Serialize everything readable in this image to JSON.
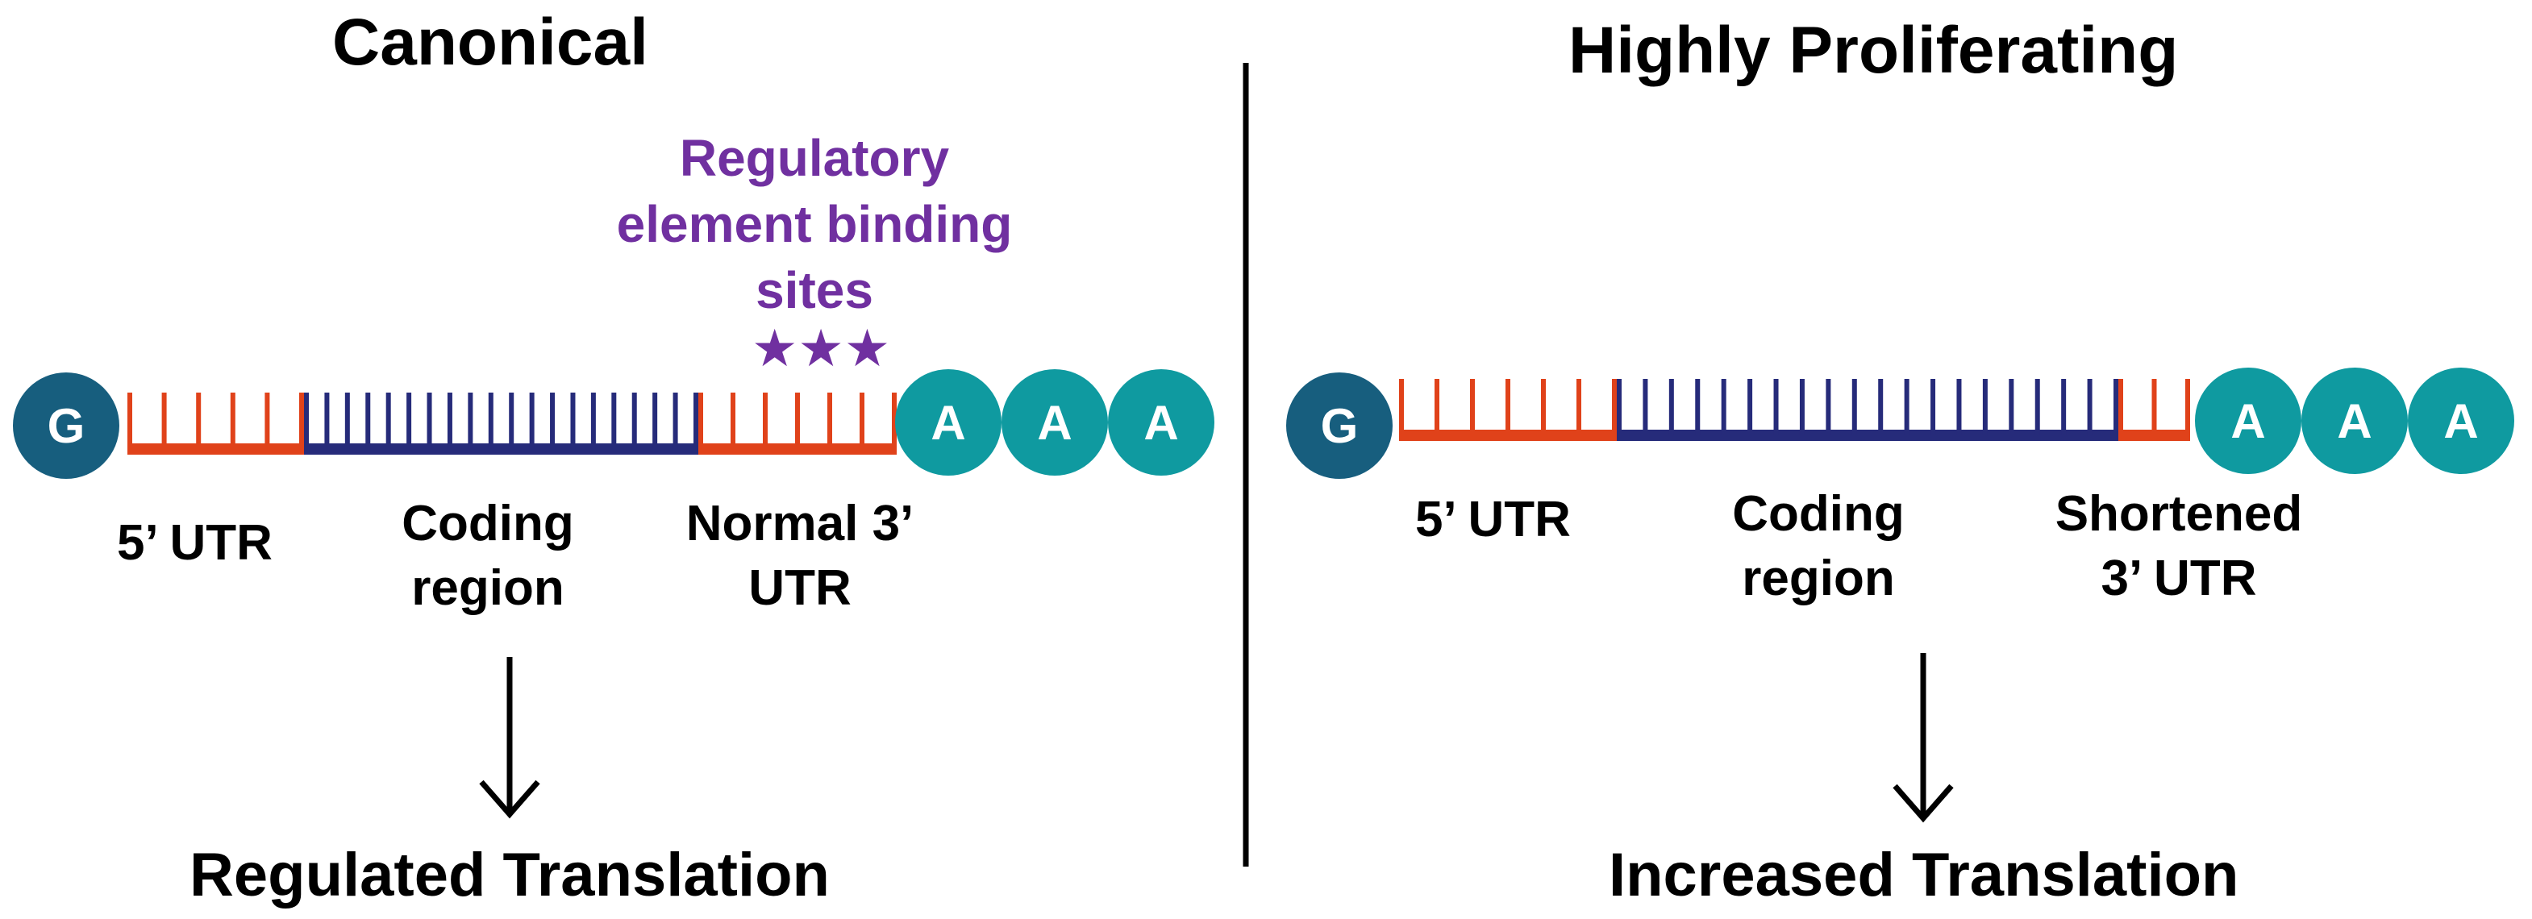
{
  "left": {
    "title": "Canonical",
    "cap_letter": "G",
    "regulatory_label": [
      "Regulatory",
      "element binding",
      "sites"
    ],
    "star_glyph": "★",
    "label_5utr": "5’ UTR",
    "label_coding": [
      "Coding",
      "region"
    ],
    "label_3utr": [
      "Normal 3’",
      "UTR"
    ],
    "polya_letters": [
      "A",
      "A",
      "A"
    ],
    "outcome": "Regulated Translation"
  },
  "right": {
    "title": "Highly Proliferating",
    "cap_letter": "G",
    "label_5utr": "5’ UTR",
    "label_coding": [
      "Coding",
      "region"
    ],
    "label_3utr": [
      "Shortened",
      "3’ UTR"
    ],
    "polya_letters": [
      "A",
      "A",
      "A"
    ],
    "outcome": "Increased Translation"
  },
  "colors": {
    "utr": "#e0421a",
    "coding": "#262b7a",
    "cap": "#175e7e",
    "polya": "#0f9aa0",
    "regulatory": "#7030a0",
    "text": "#000000"
  }
}
